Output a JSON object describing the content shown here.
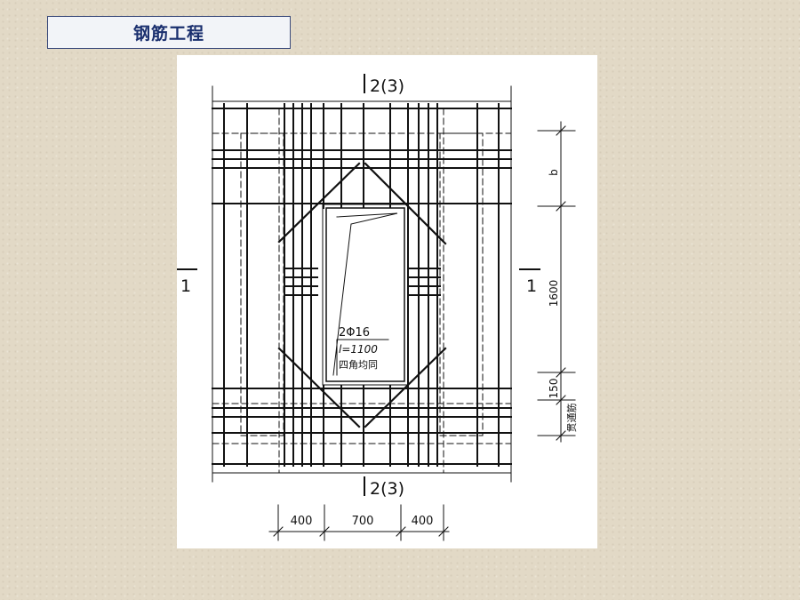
{
  "slide": {
    "title": "钢筋工程"
  },
  "drawing": {
    "section_top": "2(3)",
    "section_bottom": "2(3)",
    "section_left": "1",
    "section_right": "1",
    "note_line1": "2Φ16",
    "note_line2": "l=1100",
    "note_line3": "四角均同",
    "dim_right": [
      "b",
      "1600",
      "150",
      "贯通筋"
    ],
    "dim_bottom": [
      "400",
      "700",
      "400"
    ]
  }
}
